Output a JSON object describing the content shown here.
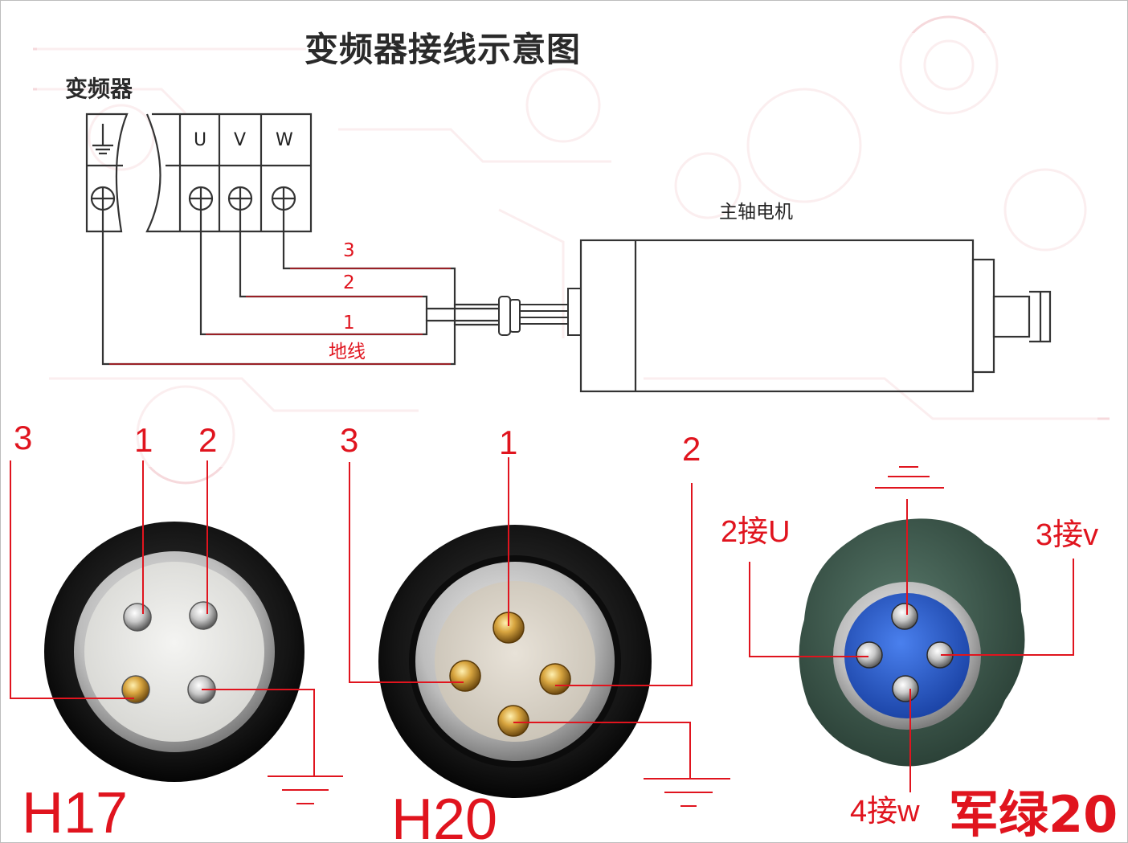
{
  "title": "变频器接线示意图",
  "inverter": {
    "label": "变频器",
    "terminals": [
      "U",
      "V",
      "W"
    ]
  },
  "motor": {
    "label": "主轴电机"
  },
  "wires": {
    "w3": "3",
    "w2": "2",
    "w1": "1",
    "ground": "地线"
  },
  "connectors": {
    "h17": {
      "model": "H17",
      "pins": {
        "p3": "3",
        "p1": "1",
        "p2": "2"
      }
    },
    "h20": {
      "model": "H20",
      "pins": {
        "p3": "3",
        "p1": "1",
        "p2": "2"
      }
    },
    "green20": {
      "model": "军绿20",
      "pins": {
        "u": "2接U",
        "v": "3接v",
        "w": "4接w"
      }
    }
  },
  "colors": {
    "wire_red": "#e0141e",
    "line_dark": "#3a3a3a",
    "green_body": "#3f5a4f",
    "blue_insert": "#2c5fd0"
  }
}
